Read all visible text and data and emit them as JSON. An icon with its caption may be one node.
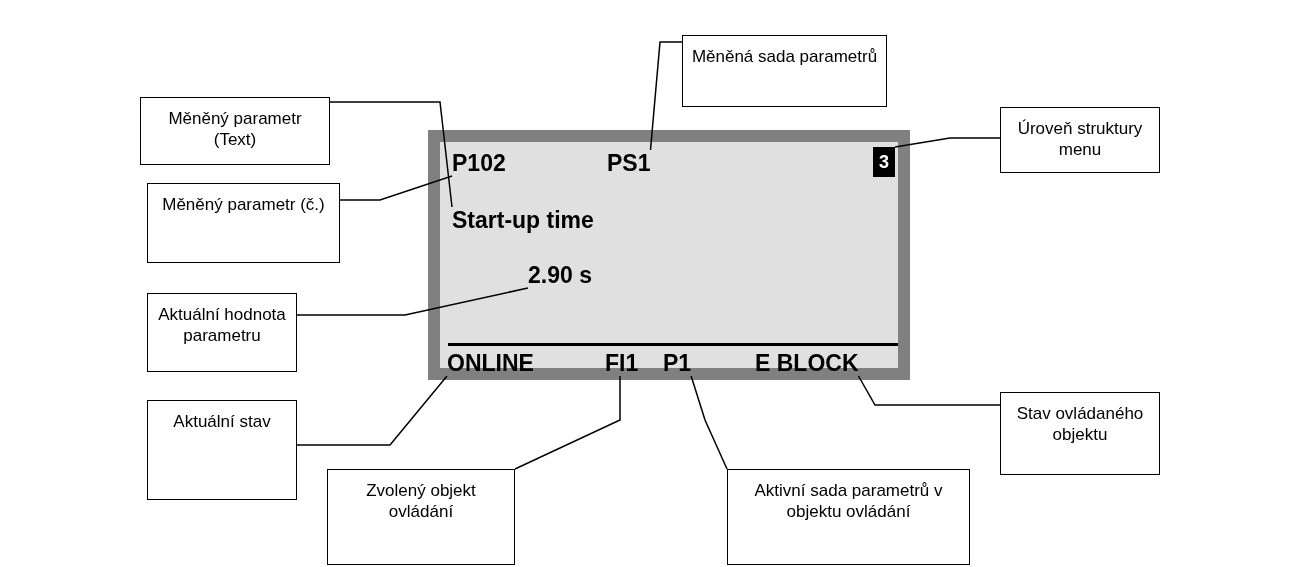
{
  "diagram": {
    "nodes": [
      {
        "text": [
          "Měněný parametr (Text)"
        ]
      },
      {
        "text": [
          "Měněná sada parametrů"
        ]
      },
      {
        "text": [
          "Úroveň struktury menu"
        ]
      },
      {
        "text": [
          "Měněný parametr (č.)"
        ]
      },
      {
        "text": [
          "Aktuální hodnota parametru"
        ]
      },
      {
        "text": [
          "Aktuální stav"
        ]
      },
      {
        "text": [
          "Zvolený objekt ovládání"
        ]
      },
      {
        "text": [
          "Aktivní sada parametrů v objektu ovládání"
        ]
      },
      {
        "text": [
          "Stav ovládaného objektu"
        ]
      },
      {
        "text": [],
        "shape": "box"
      },
      {
        "text": [
          "P102"
        ],
        "in": 9
      },
      {
        "text": [
          "PS1"
        ],
        "in": 9
      },
      {
        "text": [
          "3"
        ],
        "in": 9
      },
      {
        "text": [
          "Start-up time"
        ],
        "in": 9
      },
      {
        "text": [
          "2.90 s"
        ],
        "in": 9
      },
      {
        "text": [
          "ONLINE"
        ],
        "in": 9
      },
      {
        "text": [
          "FI1"
        ],
        "in": 9
      },
      {
        "text": [
          "P1"
        ],
        "in": 9
      },
      {
        "text": [
          "E BLOCK"
        ],
        "in": 9
      }
    ],
    "edges": [
      {
        "from": 0,
        "to": 13,
        "arrow": "none"
      },
      {
        "from": 1,
        "to": 11,
        "arrow": "none"
      },
      {
        "from": 2,
        "to": 12,
        "arrow": "none"
      },
      {
        "from": 3,
        "to": 10,
        "arrow": "none"
      },
      {
        "from": 4,
        "to": 14,
        "arrow": "none"
      },
      {
        "from": 5,
        "to": 15,
        "arrow": "none"
      },
      {
        "from": 6,
        "to": 16,
        "arrow": "none"
      },
      {
        "from": 7,
        "to": 17,
        "arrow": "none"
      },
      {
        "from": 8,
        "to": 18,
        "arrow": "none"
      }
    ]
  }
}
